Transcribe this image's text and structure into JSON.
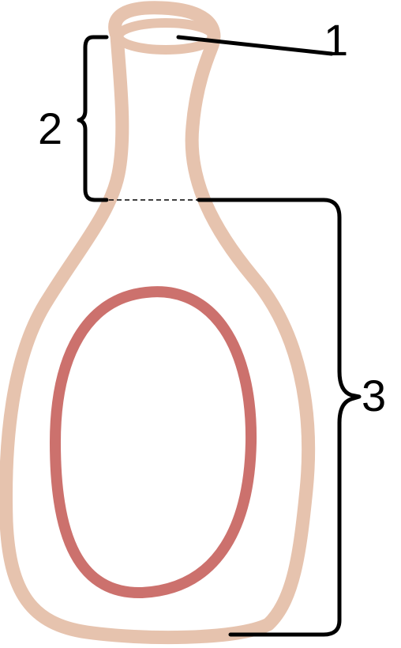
{
  "diagram": {
    "labels": {
      "one": "1",
      "two": "2",
      "three": "3"
    },
    "colors": {
      "outer_outline": "#E6C3AE",
      "inner_outline": "#CC716D",
      "leader_lines": "#000000",
      "background": "#FFFFFF"
    }
  }
}
